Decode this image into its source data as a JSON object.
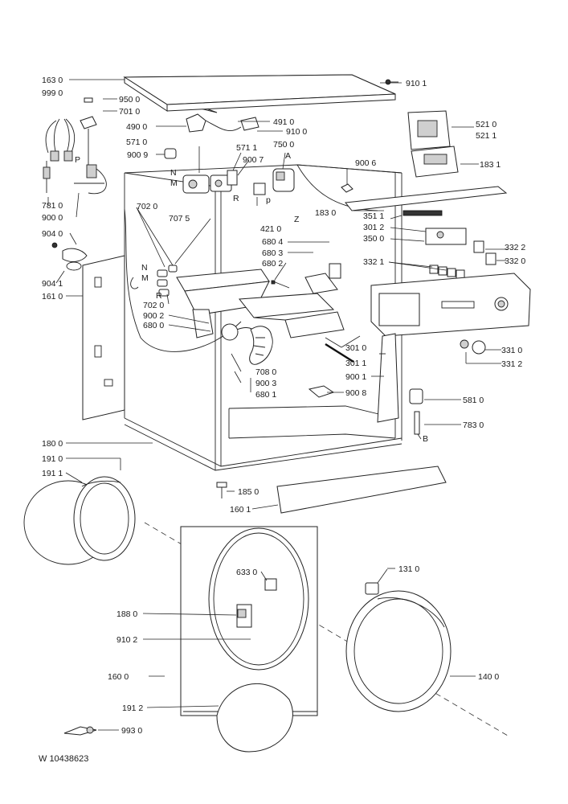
{
  "diagram": {
    "document_id": "W 10438623",
    "labels": {
      "p1630": "163 0",
      "p9990": "999 0",
      "p9500": "950 0",
      "p7010": "701 0",
      "p9101": "910 1",
      "p4910": "491 0",
      "p4900": "490 0",
      "p9100": "910 0",
      "p5710": "571 0",
      "p5711": "571 1",
      "p7500": "750 0",
      "p9007": "900 7",
      "p9009": "900 9",
      "pA": "A",
      "pN1": "N",
      "pM1": "M",
      "pR1": "R",
      "pP1": "P",
      "pP2": "p",
      "pZ": "Z",
      "p4210": "421 0",
      "p7810": "781 0",
      "p9000": "900 0",
      "p9006": "900 6",
      "p5210": "521 0",
      "p5211": "521 1",
      "p1831": "183 1",
      "p1830": "183 0",
      "p3511": "351 1",
      "p3012": "301 2",
      "p3500": "350 0",
      "p3322": "332 2",
      "p3320": "332 0",
      "p3321": "332 1",
      "p9040": "904 0",
      "p7020a": "702 0",
      "p7075": "707 5",
      "p6804": "680 4",
      "p6803": "680 3",
      "p6802": "680 2",
      "p9041": "904 1",
      "p1610": "161 0",
      "pN2": "N",
      "pM2": "M",
      "pR2": "R",
      "p7020b": "702 0",
      "p9002": "900 2",
      "p6800": "680 0",
      "p3010": "301 0",
      "p3011": "301 1",
      "p9001": "900 1",
      "p7080": "708 0",
      "p9003": "900 3",
      "p6801": "680 1",
      "p9008": "900 8",
      "p3310": "331 0",
      "p3312": "331 2",
      "p5810": "581 0",
      "p7830": "783 0",
      "pB": "B",
      "p1800": "180 0",
      "p1910": "191 0",
      "p1911": "191 1",
      "p1850": "185 0",
      "p1601": "160 1",
      "p6330": "633 0",
      "p1310": "131 0",
      "p1880": "188 0",
      "p9102": "910 2",
      "p1600": "160 0",
      "p1400": "140 0",
      "p1912": "191 2",
      "p9930": "993 0"
    }
  }
}
